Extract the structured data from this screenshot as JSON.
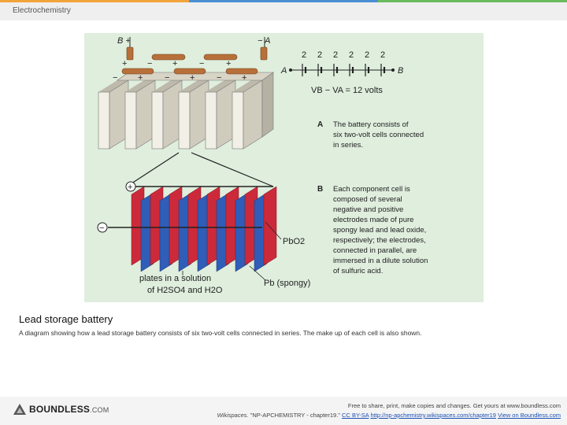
{
  "header": {
    "title": "Electrochemistry",
    "stripe_colors": [
      "#f2a43a",
      "#4a8fd4",
      "#6aba5e"
    ]
  },
  "figure": {
    "battery_top_labels": {
      "b_plus": "B +",
      "a_minus": "− A"
    },
    "cell_plus": "+",
    "cell_minus": "−",
    "circuit": {
      "cell_voltages": [
        "2",
        "2",
        "2",
        "2",
        "2",
        "2"
      ],
      "left_terminal": "A",
      "right_terminal": "B",
      "equation": "VB − VA = 12 volts"
    },
    "note_a": {
      "letter": "A",
      "lines": [
        "The battery consists of",
        "six two-volt cells connected",
        "in series."
      ]
    },
    "note_b": {
      "letter": "B",
      "lines": [
        "Each component cell is",
        "composed of several",
        "negative and positive",
        "electrodes made of pure",
        "spongy lead and lead oxide,",
        "respectively; the electrodes,",
        "connected in parallel, are",
        "immersed in a dilute solution",
        "of sulfuric acid."
      ]
    },
    "plate_plus": "+",
    "plate_minus": "−",
    "label_pbo2": "PbO2",
    "label_pb": "Pb (spongy)",
    "label_solution_line1": "plates in a solution",
    "label_solution_line2": "of H2SO4 and H2O",
    "colors": {
      "positive_plate": "#cc2a3a",
      "negative_plate": "#2f5db8",
      "cell_face": "#f1efe6",
      "cell_side": "#cfcbbd",
      "terminal": "#b8703a"
    }
  },
  "caption": {
    "title": "Lead storage battery",
    "text": "A diagram showing how a lead storage battery consists of six two-volt cells connected in series. The make up of each cell is also shown."
  },
  "footer": {
    "logo_main": "BOUNDLESS",
    "logo_suffix": ".COM",
    "free_text": "Free to share, print, make copies and changes. Get yours at www.boundless.com",
    "source": "Wikispaces.",
    "source_title": "\"NP-APCHEMISTRY - chapter19.\"",
    "license": "CC BY-SA",
    "url": "http://np-apchemistry.wikispaces.com/chapter19",
    "view_link": "View on Boundless.com"
  }
}
